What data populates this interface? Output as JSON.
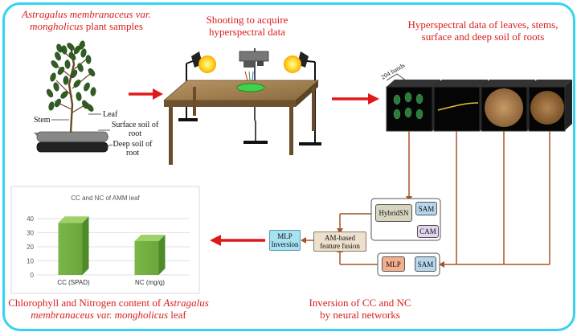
{
  "labels": {
    "samples_italic": "Astragalus membranaceus var. mongholicus",
    "samples_suffix": " plant samples",
    "shooting": "Shooting to acquire hyperspectral data",
    "hyperspectral": "Hyperspectral data of leaves, stems, surface and deep soil of roots",
    "bands": "204 bands",
    "leaf": "Leaf",
    "stem": "Stem",
    "surface_soil": "Surface soil of root",
    "deep_soil": "Deep soil of root",
    "inversion_caption": "Inversion of CC and NC by neural networks",
    "bottom_prefix": "Chlorophyll and Nitrogen content of ",
    "bottom_italic": "Astragalus membranaceus var. mongholicus",
    "bottom_suffix": " leaf"
  },
  "network": {
    "hybridsn": "HybridSN",
    "sam1": "SAM",
    "cam": "CAM",
    "mlp": "MLP",
    "sam2": "SAM",
    "fusion": "AM-based feature fusion",
    "mlp_inversion": "MLP Inversion"
  },
  "colors": {
    "frame": "#35d3ef",
    "red_text": "#d81e1e",
    "arrow_red": "#e01818",
    "arrow_brown": "#a5552a",
    "bar_green": "#7ab648",
    "hybrid_fill": "#d7d4bf",
    "sam_fill": "#b6d6ec",
    "cam_fill": "#e2d6ee",
    "mlp_fill": "#f4b08c",
    "fusion_fill": "#ede0cc",
    "inversion_fill": "#a7e2f2"
  },
  "chart_data": {
    "type": "bar",
    "title": "CC and NC of AMM leaf",
    "categories": [
      "CC (SPAD)",
      "NC (mg/g)"
    ],
    "values": [
      37,
      24
    ],
    "ylim": [
      0,
      40
    ],
    "yticks": [
      "0",
      "10",
      "20",
      "30",
      "40"
    ],
    "xlabel": "",
    "ylabel": "",
    "grid": true,
    "legend": "none"
  }
}
